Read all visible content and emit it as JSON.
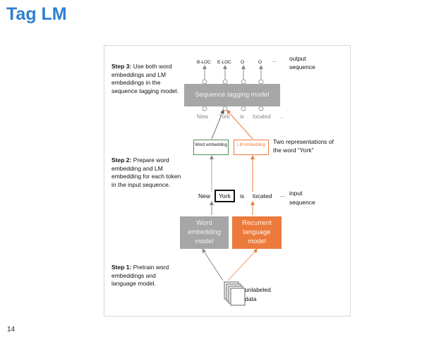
{
  "slide": {
    "title": "Tag LM",
    "page_number": "14"
  },
  "figure": {
    "step3": {
      "label": "Step 3:",
      "text": "Use both word embeddings and LM embeddings in the sequence tagging model."
    },
    "step2": {
      "label": "Step 2:",
      "text": "Prepare word embedding and LM embedding for each token in the input sequence."
    },
    "step1": {
      "label": "Step 1:",
      "text": "Pretrain word embeddings and language model."
    },
    "output_tags": [
      "B-LOC",
      "E-LOC",
      "O",
      "O",
      "..."
    ],
    "output_label": "output sequence",
    "sequence_model": "Sequence tagging model",
    "tokens_top": [
      "New",
      "York",
      "is",
      "located",
      "..."
    ],
    "word_emb_small": "Word embedding",
    "lm_emb_small": "LM embedding",
    "two_repr": "Two representations of the word “York”",
    "tokens_input": [
      "New",
      "York",
      "is",
      "located",
      "..."
    ],
    "input_label": "input sequence",
    "word_emb_model": "Word embedding model",
    "rlm_model": "Recurrent language model",
    "unlabeled": "unlabeled data",
    "colors": {
      "gray": "#a6a6a6",
      "orange": "#ec7a3c",
      "green": "#4f8f4f",
      "title_blue": "#2f7fd0"
    }
  }
}
